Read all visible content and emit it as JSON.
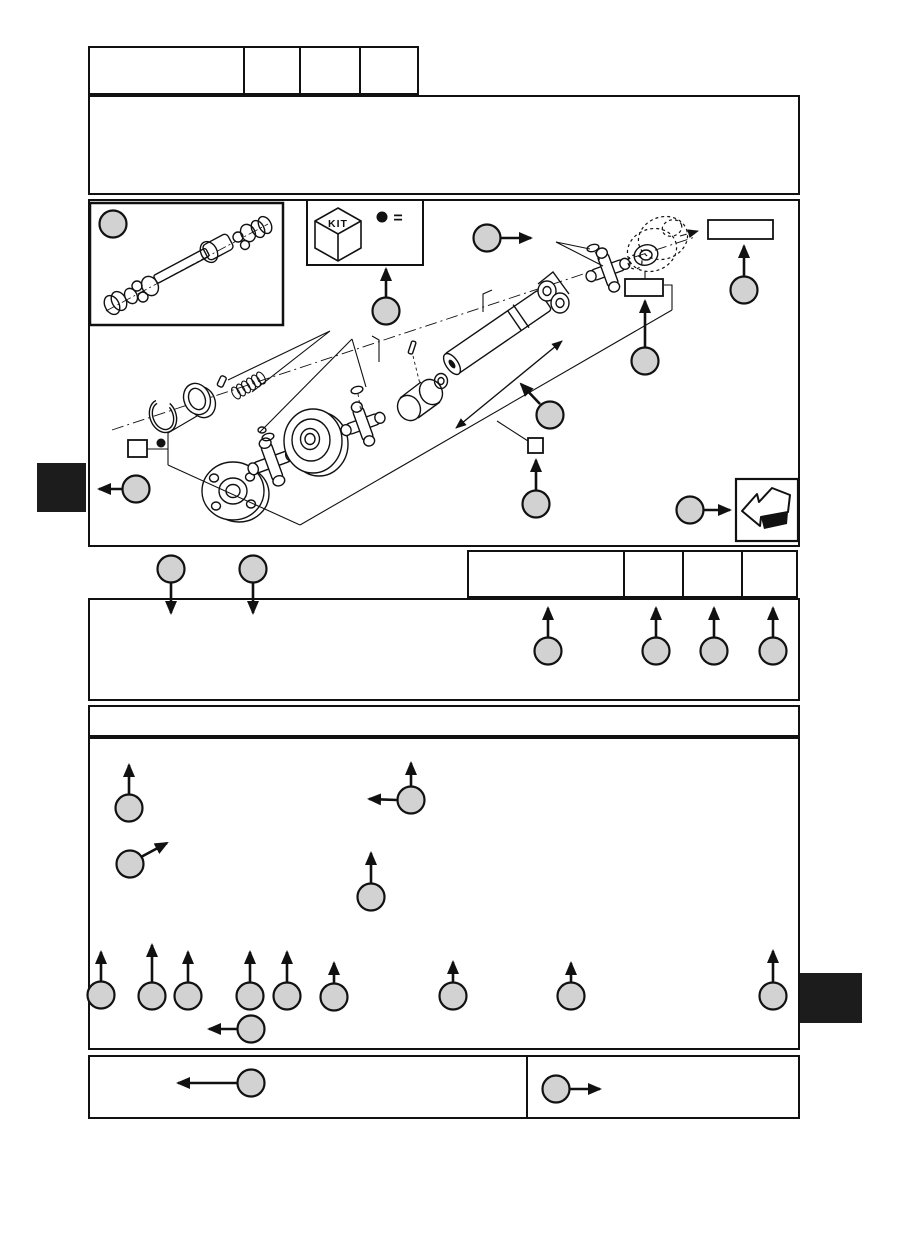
{
  "page": {
    "background": "#ffffff",
    "ink_color": "#111111",
    "callout_fill": "#d2d2d2",
    "tab_color": "#1c1c1c"
  },
  "kit_legend": {
    "kit_label": "KIT",
    "equals_sign": "=",
    "dot_symbol": "●"
  },
  "icons": {
    "kit_cube_icon": "isometric cube",
    "black_dot_marker": "●",
    "page_turn_icon": "thick 3D arrow pointing left",
    "callout_marker": "empty gray circle"
  }
}
